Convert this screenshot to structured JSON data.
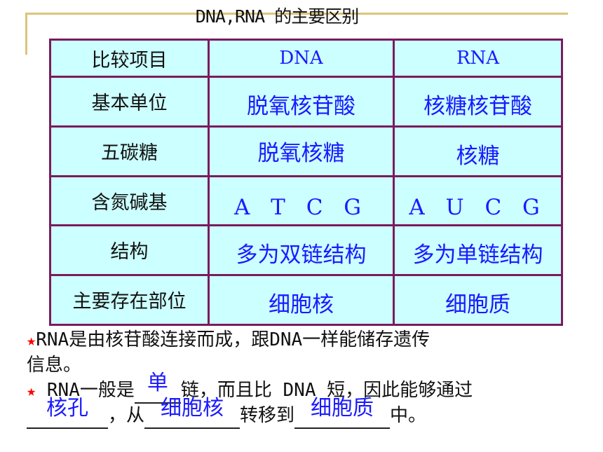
{
  "title": "DNA,RNA 的主要区别",
  "table": {
    "headers": [
      "比较项目",
      "DNA",
      "RNA"
    ],
    "rows": [
      {
        "label": "基本单位",
        "dna": "脱氧核苷酸",
        "rna": "核糖核苷酸"
      },
      {
        "label": "五碳糖",
        "dna": "脱氧核糖",
        "rna": "核糖"
      },
      {
        "label": "含氮碱基",
        "dna": "A T C G",
        "rna": "A U C G"
      },
      {
        "label": "结构",
        "dna": "多为双链结构",
        "rna": "多为单链结构"
      },
      {
        "label": "主要存在部位",
        "dna": "细胞核",
        "rna": "细胞质"
      }
    ]
  },
  "notes": {
    "star": "★",
    "line1": "RNA是由核苷酸连接而成，跟DNA一样能储存遗传",
    "line1b": "信息。",
    "line2_a": "RNA一般是",
    "blank1": "单",
    "line2_b": "链，而且比 DNA 短，因此能够通过",
    "blank2": "核孔",
    "line3_a": "，从",
    "blank3": "细胞核",
    "line3_b": "转移到",
    "blank4": "细胞质",
    "line3_c": "中。"
  },
  "colors": {
    "frame": "#dcc47a",
    "cell_bg": "#ccffff",
    "border": "#7a1b5e",
    "answer": "#1a1aff",
    "star": "#ff0000"
  }
}
